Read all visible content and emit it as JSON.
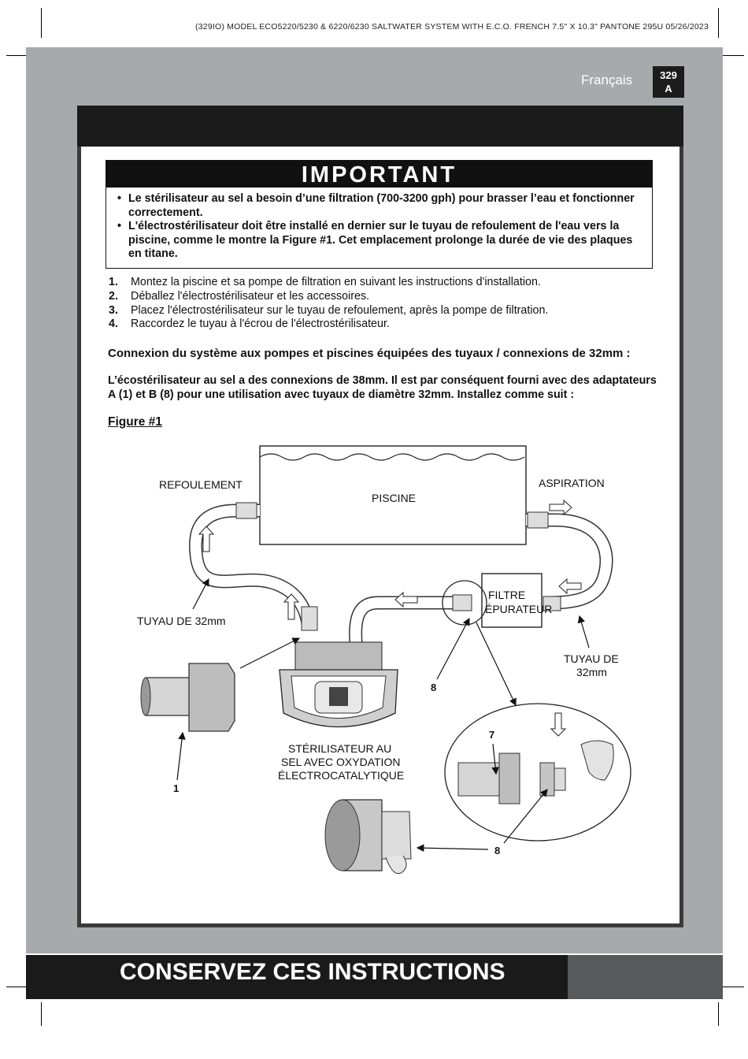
{
  "print_header": "(329IO)  MODEL ECO5220/5230 & 6220/6230 SALTWATER SYSTEM WITH E.C.O.  FRENCH  7.5\" X 10.3\"  PANTONE 295U  05/26/2023",
  "language": "Français",
  "page_number": "329",
  "page_suffix": "A",
  "important": {
    "title": "IMPORTANT",
    "bullets": [
      "Le stérilisateur au sel a besoin d’une filtration (700-3200 gph) pour brasser l’eau et fonctionner correctement.",
      "L'électrostérilisateur doit être installé en dernier sur le tuyau de refoulement de l'eau vers la piscine, comme le montre la Figure #1. Cet emplacement prolonge la durée de vie des plaques en titane."
    ]
  },
  "steps": [
    {
      "num": "1",
      "text": "Montez la piscine et sa pompe de filtration en suivant les instructions d'installation."
    },
    {
      "num": "2",
      "text": "Déballez l'électrostérilisateur et les accessoires."
    },
    {
      "num": "3",
      "text": "Placez l'électrostérilisateur sur le tuyau de refoulement, après la pompe de filtration."
    },
    {
      "num": "4",
      "text": "Raccordez le tuyau à l'écrou de l'électrostérilisateur."
    }
  ],
  "section": {
    "heading": "Connexion du système aux pompes et piscines équipées des tuyaux / connexions de 32mm :",
    "paragraph": "L’écostérilisateur au sel a des connexions de 38mm. Il est par conséquent fourni avec des adaptateurs A (1) et B (8) pour une utilisation avec tuyaux de diamètre 32mm. Installez comme suit :",
    "figure_label": "Figure #1"
  },
  "diagram": {
    "refoulement": "REFOULEMENT",
    "aspiration": "ASPIRATION",
    "piscine": "PISCINE",
    "filtre_line1": "FILTRE",
    "filtre_line2": "ÉPURATEUR",
    "tuyau_left": "TUYAU DE 32mm",
    "tuyau_right_line1": "TUYAU DE",
    "tuyau_right_line2": "32mm",
    "sterilisateur_line1": "STÉRILISATEUR AU",
    "sterilisateur_line2": "SEL AVEC OXYDATION",
    "sterilisateur_line3": "ÉLECTROCATALYTIQUE",
    "callout_1": "1",
    "callout_7": "7",
    "callout_8a": "8",
    "callout_8b": "8"
  },
  "footer": "CONSERVEZ CES INSTRUCTIONS"
}
